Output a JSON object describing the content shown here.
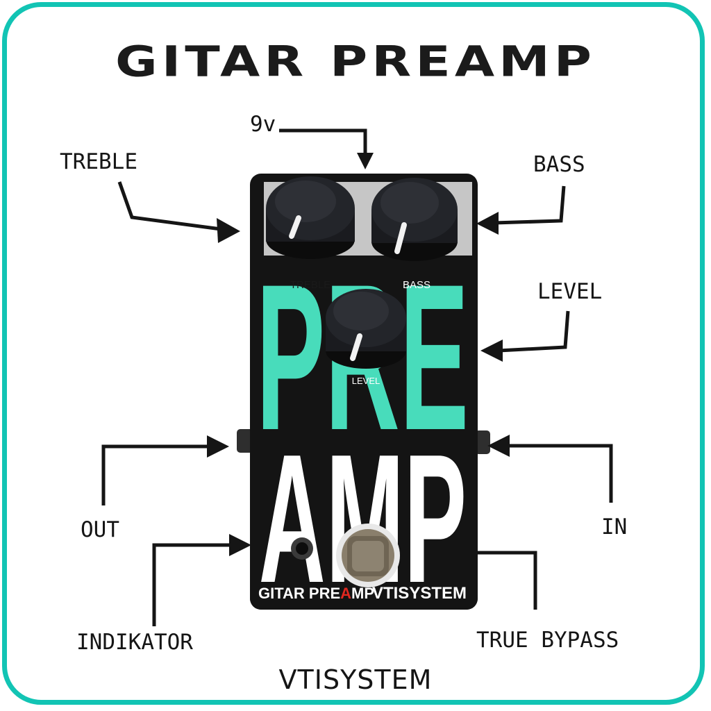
{
  "title": "GITAR PREAMP",
  "labels": {
    "power": "9v",
    "treble": "TREBLE",
    "bass": "BASS",
    "level": "LEVEL",
    "out": "OUT",
    "in": "IN",
    "indikator": "INDIKATOR",
    "true_bypass": "TRUE BYPASS"
  },
  "footer": "VTISYSTEM",
  "pedal": {
    "big_text_top": "PRE",
    "big_text_bottom": "AMP",
    "knob_label_treble": "TREBLE",
    "knob_label_bass": "BASS",
    "knob_label_level": "LEVEL",
    "brand_left_a": "GITAR PRE",
    "brand_left_b": "A",
    "brand_left_c": "MP",
    "brand_right": "VTISYSTEM"
  },
  "colors": {
    "border": "#12c4b4",
    "pedal_body": "#141414",
    "pre_text": "#48dcbb",
    "amp_text": "#ffffff",
    "arrow": "#151515",
    "accent_red": "#e0271f"
  }
}
